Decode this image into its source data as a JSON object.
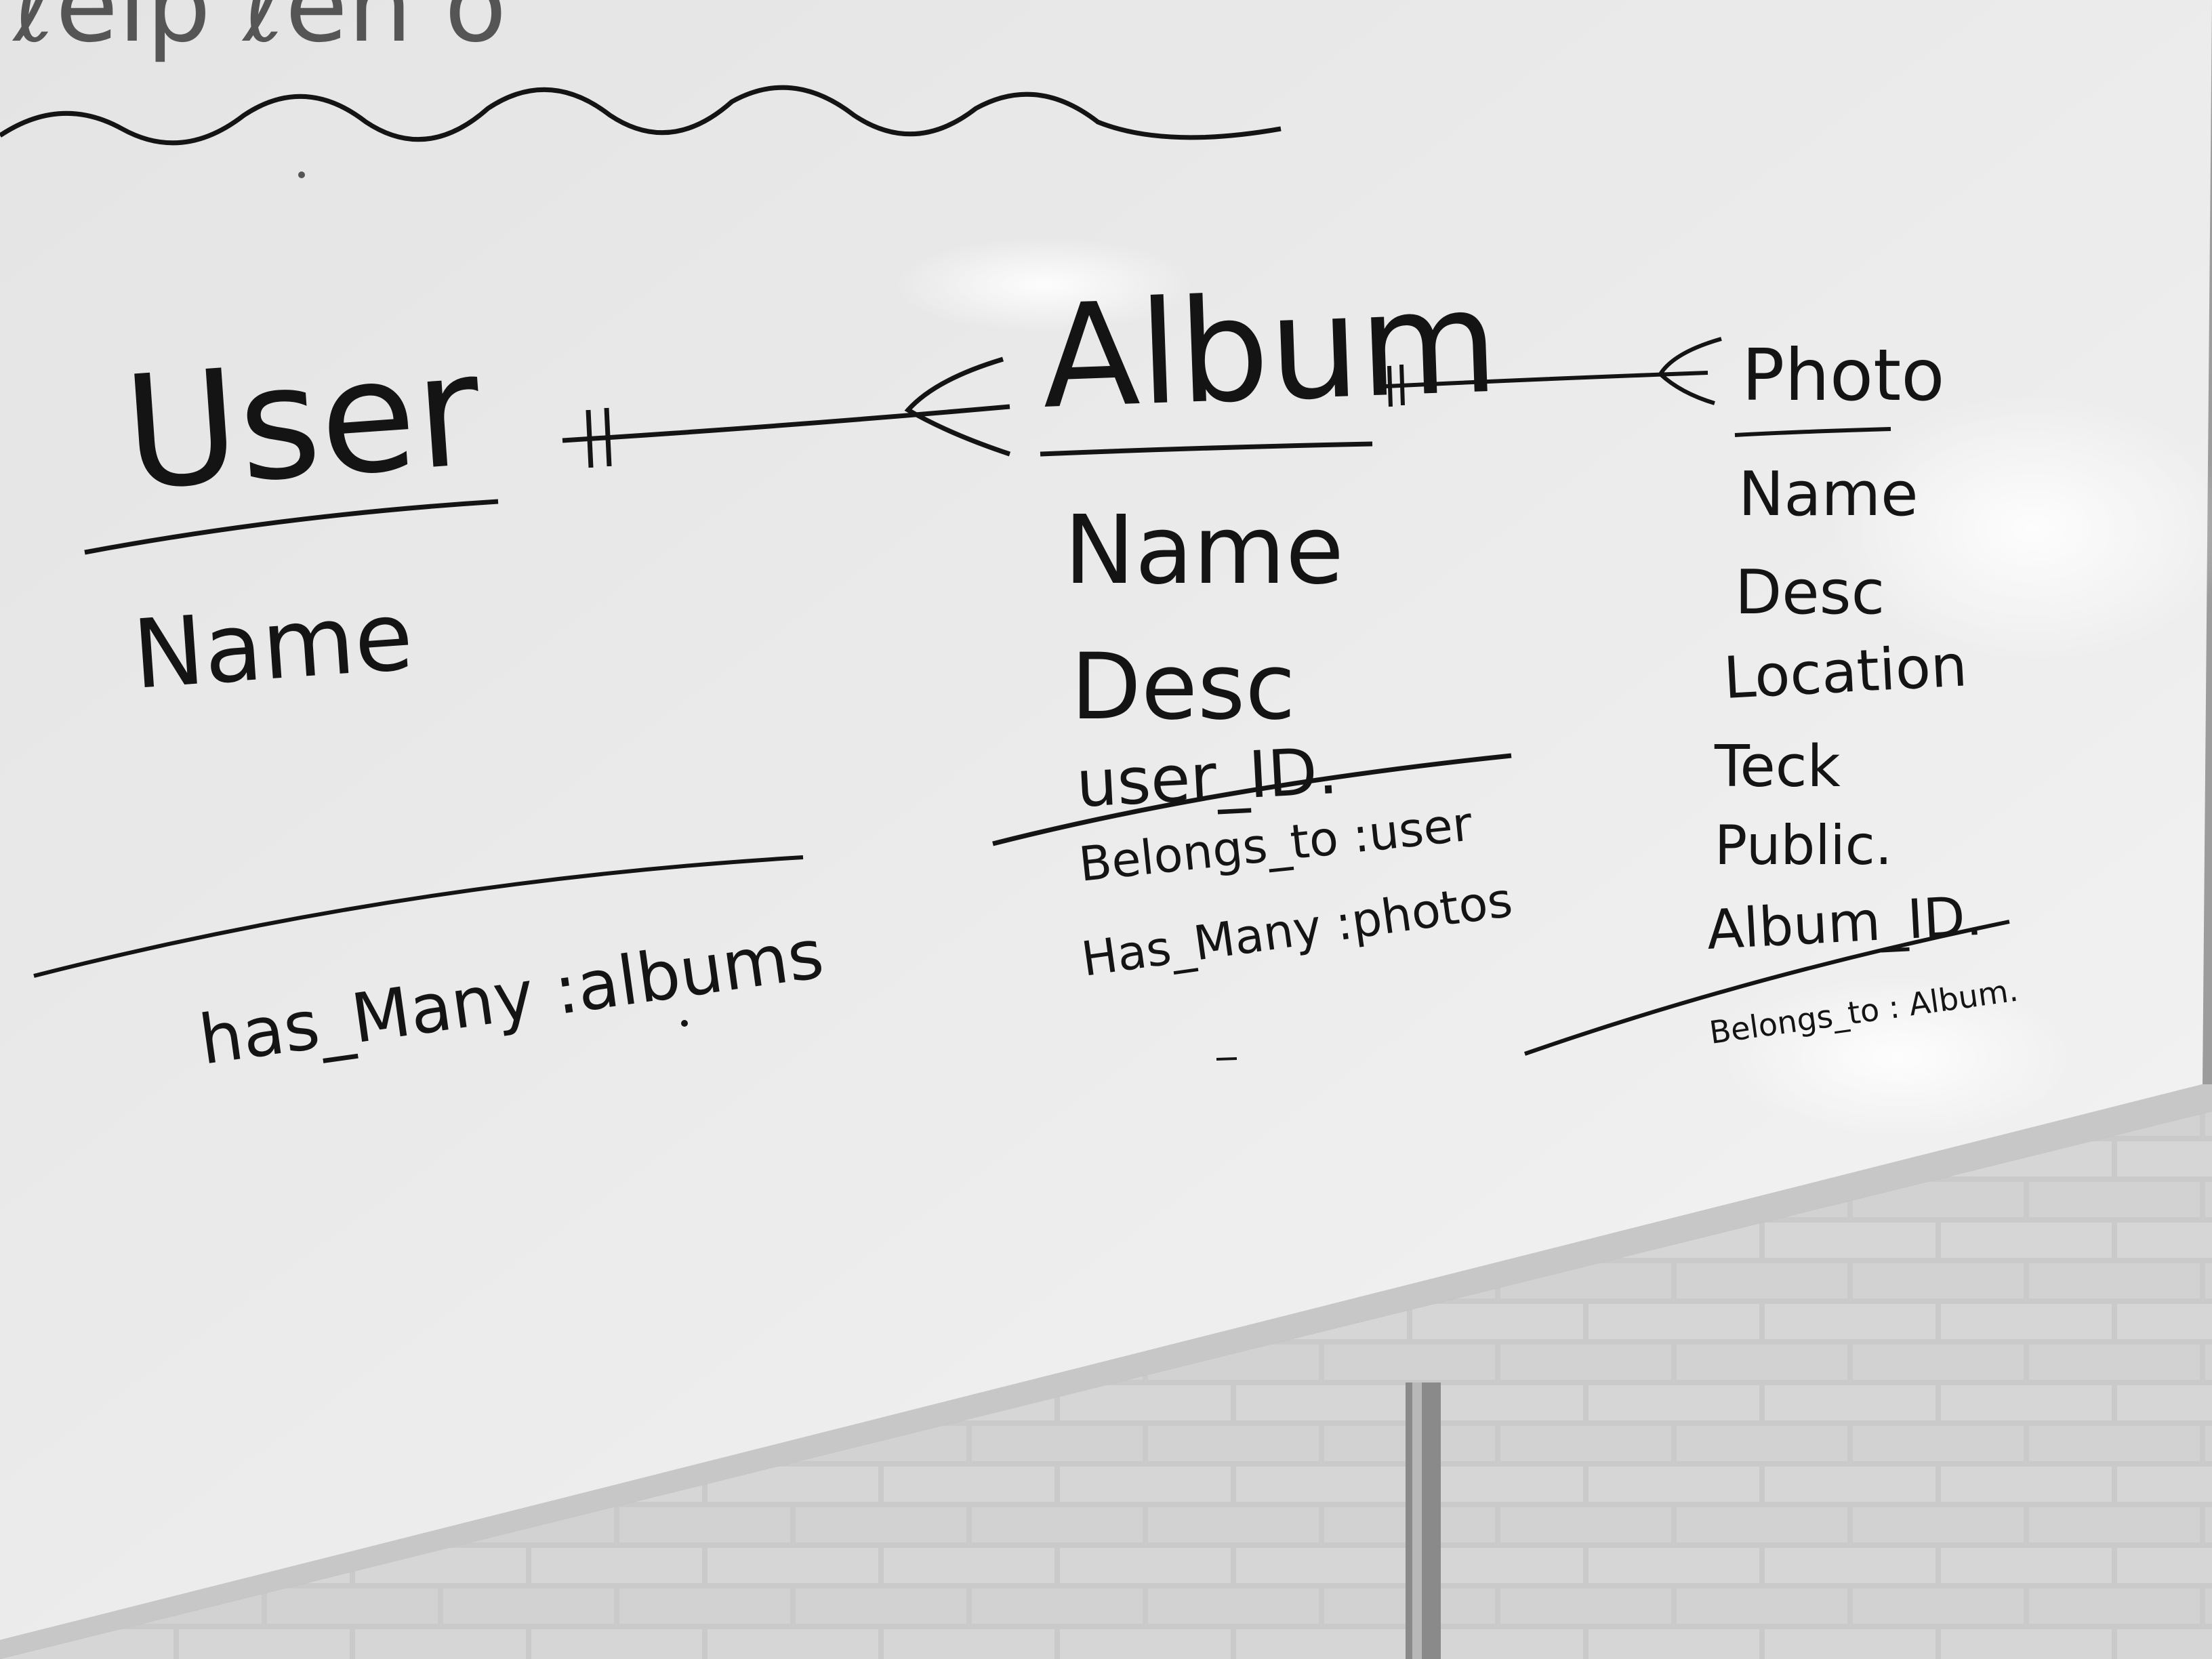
{
  "header": {
    "title_fragment": "ℓelp ℓen o"
  },
  "entities": [
    {
      "id": "user",
      "name": "User",
      "attributes": [
        "Name"
      ],
      "associations": [
        "has_Many :albums"
      ]
    },
    {
      "id": "album",
      "name": "Album",
      "attributes": [
        "Name",
        "Desc",
        "user_ID."
      ],
      "associations": [
        "Belongs_to :user",
        "Has_Many :photos"
      ]
    },
    {
      "id": "photo",
      "name": "Photo",
      "attributes": [
        "Name",
        "Desc",
        "Location",
        "Teck",
        "Public.",
        "Album_ID."
      ],
      "associations": [
        "Belongs_to : Album."
      ]
    }
  ],
  "relationships": [
    {
      "from": "user",
      "to": "album",
      "from_marker": "||",
      "to_marker": "crow-foot"
    },
    {
      "from": "album",
      "to": "photo",
      "from_marker": "||",
      "to_marker": "crow-foot"
    }
  ],
  "colors": {
    "ink": "#141414",
    "board": "#e6e6e6",
    "frame": "#9a9a9a",
    "wall": "#c4c4c4"
  }
}
